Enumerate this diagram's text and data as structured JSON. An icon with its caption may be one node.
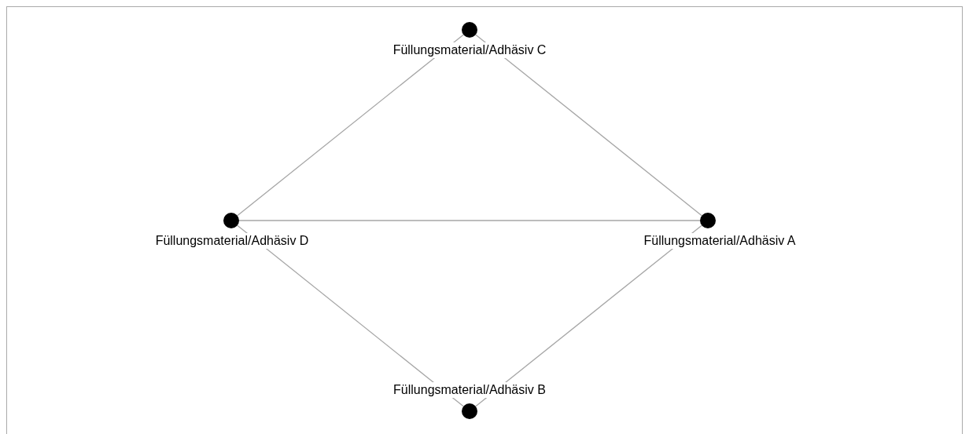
{
  "diagram": {
    "nodes": [
      {
        "text": [],
        "shape": "circle",
        "beside": [
          "Füllungsmaterial/Adhäsiv C"
        ]
      },
      {
        "text": [],
        "shape": "circle",
        "beside": [
          "Füllungsmaterial/Adhäsiv D"
        ]
      },
      {
        "text": [],
        "shape": "circle",
        "beside": [
          "Füllungsmaterial/Adhäsiv A"
        ]
      },
      {
        "text": [],
        "shape": "circle",
        "beside": [
          "Füllungsmaterial/Adhäsiv B"
        ]
      }
    ],
    "edges": [
      {
        "from": 0,
        "to": 1,
        "arrow": "none"
      },
      {
        "from": 0,
        "to": 2,
        "arrow": "none"
      },
      {
        "from": 1,
        "to": 2,
        "arrow": "none"
      },
      {
        "from": 1,
        "to": 3,
        "arrow": "none"
      },
      {
        "from": 2,
        "to": 3,
        "arrow": "none"
      }
    ]
  }
}
